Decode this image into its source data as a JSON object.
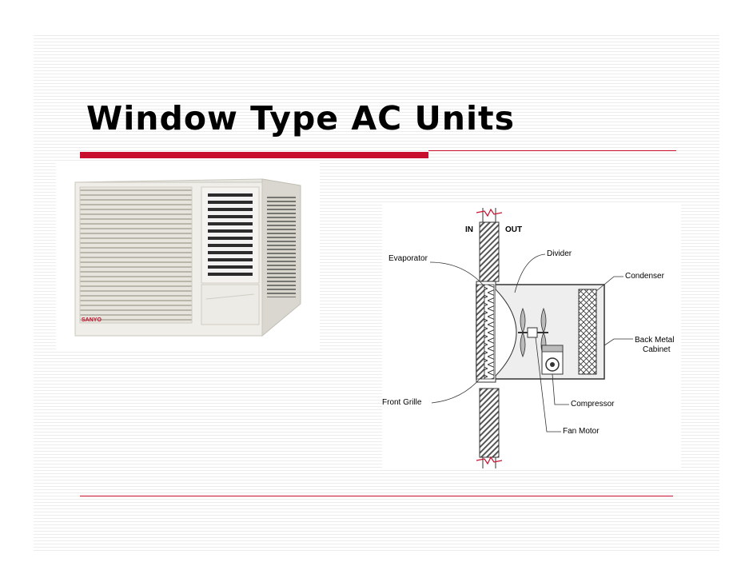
{
  "slide": {
    "title": "Window Type AC Units"
  },
  "photo": {
    "brand": "SANYO"
  },
  "diagram": {
    "labels": {
      "in": "IN",
      "out": "OUT",
      "divider": "Divider",
      "evaporator": "Evaporator",
      "condenser": "Condenser",
      "back_metal": "Back Metal",
      "cabinet": "Cabinet",
      "front_grille": "Front Grille",
      "compressor": "Compressor",
      "fan_motor": "Fan Motor"
    }
  },
  "colors": {
    "accent_red": "#c8102e",
    "wall_hatch": "#555555",
    "unit_fill": "#eeeeee"
  }
}
